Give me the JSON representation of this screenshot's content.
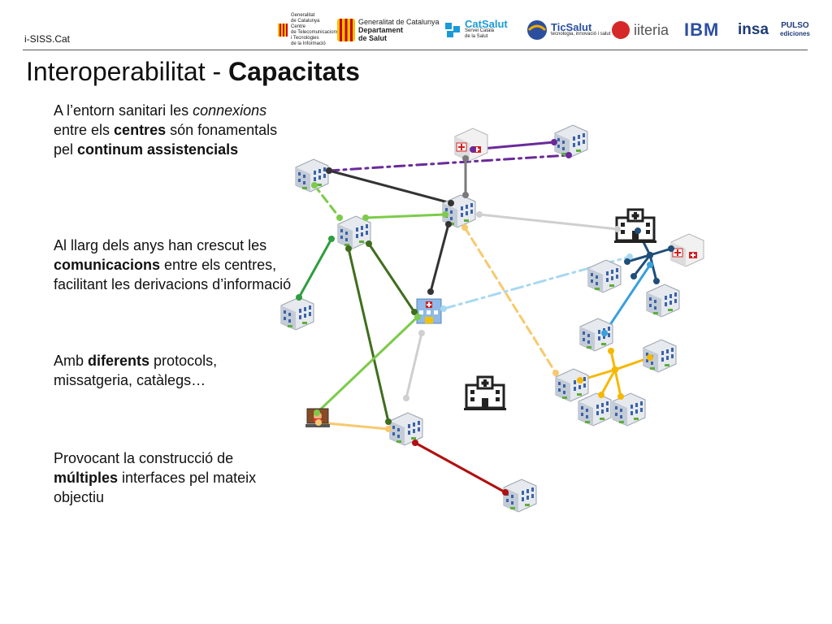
{
  "header": {
    "label": "i-SISS.Cat"
  },
  "logos": [
    {
      "name": "generalitat-ctti-logo",
      "lines": [
        "Generalitat",
        "de Catalunya",
        "Centre",
        "de Telecomunicacions",
        "i Tecnologies",
        "de la Informació"
      ]
    },
    {
      "name": "departament-salut-logo",
      "lines": [
        "Generalitat de Catalunya",
        "Departament",
        "de Salut"
      ]
    },
    {
      "name": "catsalut-logo",
      "lines": [
        "CatSalut",
        "Servei Català",
        "de la Salut"
      ]
    },
    {
      "name": "ticsalut-logo",
      "lines": [
        "TicSalut",
        "tecnologia, innovació i salut"
      ]
    },
    {
      "name": "iiteria-logo",
      "lines": [
        "iiteria"
      ]
    },
    {
      "name": "ibm-logo",
      "lines": [
        "IBM"
      ]
    },
    {
      "name": "insa-logo",
      "lines": [
        "insa"
      ]
    },
    {
      "name": "pulso-logo",
      "lines": [
        "PULSO",
        "ediciones"
      ]
    }
  ],
  "title": {
    "main": "Interoperabilitat - ",
    "bold": "Capacitats"
  },
  "paragraphs": {
    "p1": {
      "a": "A l’entorn sanitari les ",
      "b": "connexions",
      "c": " entre els ",
      "d": "centres",
      "e": " són fonamentals pel ",
      "f": "continum assistencials"
    },
    "p2": {
      "a": "Al llarg dels anys han crescut les ",
      "b": "comunicacions",
      "c": " entre els centres, facilitant les derivacions d’informació"
    },
    "p3": {
      "a": "Amb ",
      "b": "diferents",
      "c": " protocols, missatgeria, catàlegs…"
    },
    "p4": {
      "a": "Provocant la construcció de ",
      "b": "múltiples",
      "c": " interfaces pel mateix objectiu"
    }
  },
  "colors": {
    "purple": "#6a2a9a",
    "gray": "#7a7a7a",
    "dark": "#333333",
    "lightgreen": "#7ccb4a",
    "green": "#2e9e3e",
    "darkgreen": "#3f6e1e",
    "lightgray": "#cfcfcf",
    "navy": "#1f4e79",
    "sky": "#3aa0dc",
    "paleblue": "#a9d8f0",
    "yellow": "#f5b800",
    "orange": "#f7c96e",
    "red": "#b01010"
  },
  "icons": [
    "building-icon",
    "hospital-icon",
    "clinic-icon",
    "laptop-icon"
  ]
}
